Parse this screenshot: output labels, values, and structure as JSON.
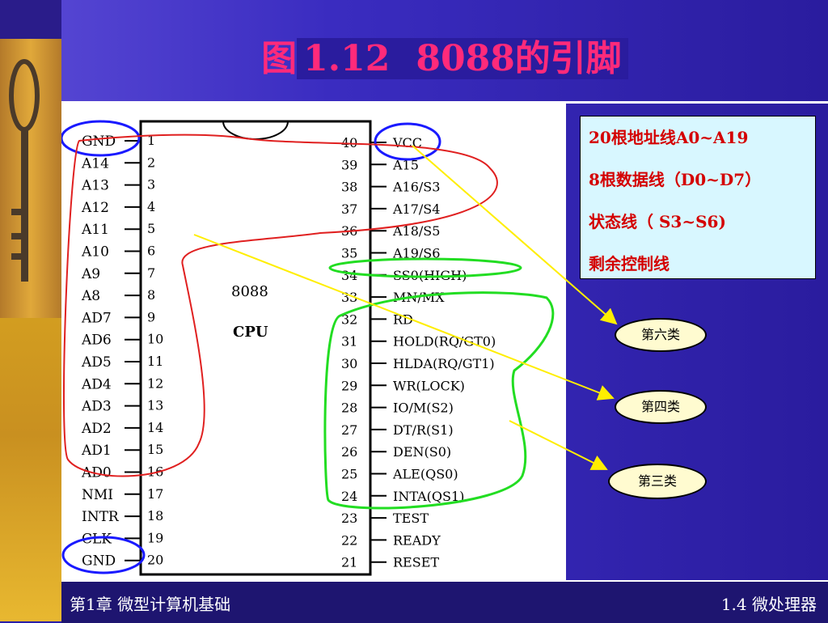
{
  "title": {
    "prefix": "图",
    "number": "1.12",
    "rest": "8088的引脚"
  },
  "chip": {
    "name": "8088",
    "label": "CPU"
  },
  "left_pins": [
    {
      "num": "1",
      "name": "GND"
    },
    {
      "num": "2",
      "name": "A14"
    },
    {
      "num": "3",
      "name": "A13"
    },
    {
      "num": "4",
      "name": "A12"
    },
    {
      "num": "5",
      "name": "A11"
    },
    {
      "num": "6",
      "name": "A10"
    },
    {
      "num": "7",
      "name": "A9"
    },
    {
      "num": "8",
      "name": "A8"
    },
    {
      "num": "9",
      "name": "AD7"
    },
    {
      "num": "10",
      "name": "AD6"
    },
    {
      "num": "11",
      "name": "AD5"
    },
    {
      "num": "12",
      "name": "AD4"
    },
    {
      "num": "13",
      "name": "AD3"
    },
    {
      "num": "14",
      "name": "AD2"
    },
    {
      "num": "15",
      "name": "AD1"
    },
    {
      "num": "16",
      "name": "AD0"
    },
    {
      "num": "17",
      "name": "NMI"
    },
    {
      "num": "18",
      "name": "INTR"
    },
    {
      "num": "19",
      "name": "CLK"
    },
    {
      "num": "20",
      "name": "GND"
    }
  ],
  "right_pins": [
    {
      "num": "40",
      "name": "VCC"
    },
    {
      "num": "39",
      "name": "A15"
    },
    {
      "num": "38",
      "name": "A16/S3"
    },
    {
      "num": "37",
      "name": "A17/S4"
    },
    {
      "num": "36",
      "name": "A18/S5"
    },
    {
      "num": "35",
      "name": "A19/S6"
    },
    {
      "num": "34",
      "name": "SS0(HIGH)"
    },
    {
      "num": "33",
      "name": "MN/MX"
    },
    {
      "num": "32",
      "name": "RD"
    },
    {
      "num": "31",
      "name": "HOLD(RQ/GT0)"
    },
    {
      "num": "30",
      "name": "HLDA(RQ/GT1)"
    },
    {
      "num": "29",
      "name": "WR(LOCK)"
    },
    {
      "num": "28",
      "name": "IO/M(S2)"
    },
    {
      "num": "27",
      "name": "DT/R(S1)"
    },
    {
      "num": "26",
      "name": "DEN(S0)"
    },
    {
      "num": "25",
      "name": "ALE(QS0)"
    },
    {
      "num": "24",
      "name": "INTA(QS1)"
    },
    {
      "num": "23",
      "name": "TEST"
    },
    {
      "num": "22",
      "name": "READY"
    },
    {
      "num": "21",
      "name": "RESET"
    }
  ],
  "info": {
    "line1": "20根地址线A0~A19",
    "line2": "8根数据线（D0~D7）",
    "line3": "状态线（ S3~S6)",
    "line4": "剩余控制线"
  },
  "callouts": {
    "c6": "第六类",
    "c4": "第四类",
    "c3": "第三类"
  },
  "footer": {
    "left": "第1章  微型计算机基础",
    "right": "1.4  微处理器"
  },
  "colors": {
    "title": "#ff2a7a",
    "info_text": "#d40000",
    "background": "#2a1c9e"
  }
}
